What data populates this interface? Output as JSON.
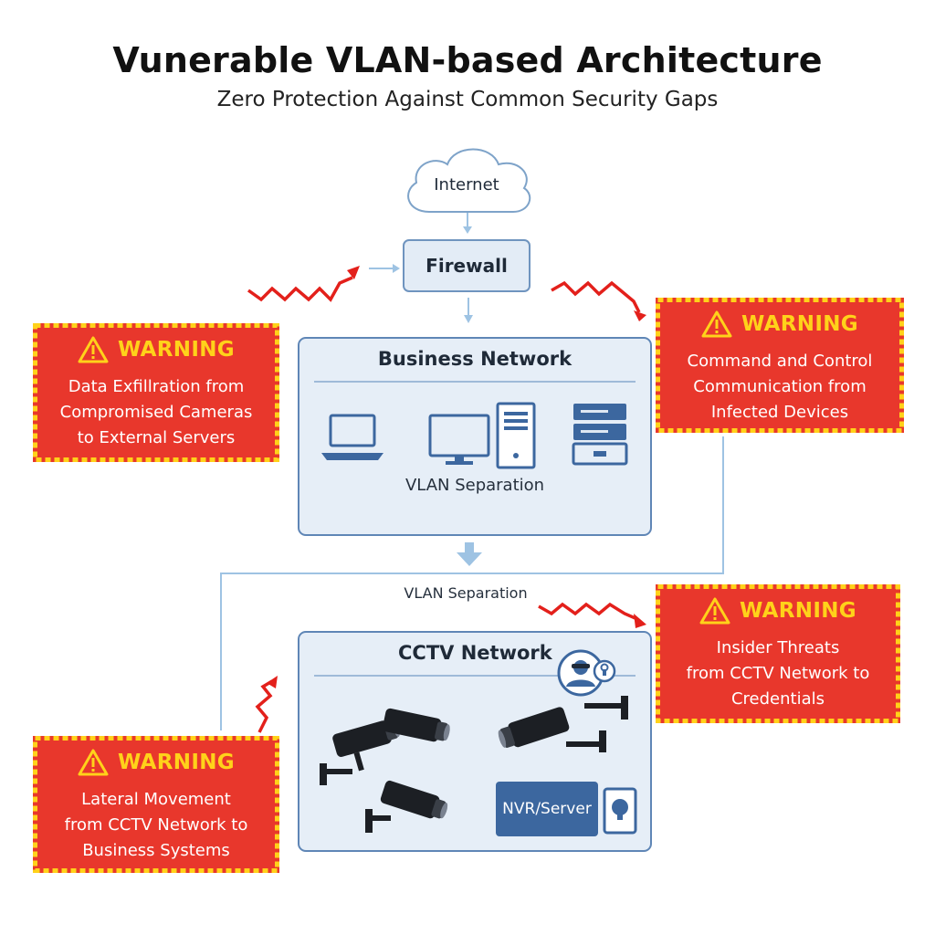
{
  "header": {
    "title": "Vunerable VLAN-based Architecture",
    "subtitle": "Zero Protection Against Common Security Gaps"
  },
  "internet": {
    "label": "Internet"
  },
  "firewall": {
    "label": "Firewall"
  },
  "business_network": {
    "title": "Business Network",
    "separation_label": "VLAN Separation"
  },
  "separation_between": "VLAN Separation",
  "cctv_network": {
    "title": "CCTV Network",
    "nvr_label": "NVR/Server"
  },
  "warnings": [
    {
      "heading": "WARNING",
      "lines": [
        "Data Exfillration from",
        "Compromised Cameras",
        "to External Servers"
      ]
    },
    {
      "heading": "WARNING",
      "lines": [
        "Command and Control",
        "Communication from",
        "Infected Devices"
      ]
    },
    {
      "heading": "WARNING",
      "lines": [
        "Insider Threats",
        "from CCTV Network to",
        "Credentials"
      ]
    },
    {
      "heading": "WARNING",
      "lines": [
        "Lateral Movement",
        "from CCTV Network to",
        "Business Systems"
      ]
    }
  ],
  "colors": {
    "warning_fill": "#e8372c",
    "warning_border": "#ffd21a",
    "network_fill": "#e6eef7",
    "network_border": "#5f86b6",
    "connector": "#9ec3e3",
    "attack_arrow": "#e3201b",
    "device_dark": "#3c679f"
  },
  "icons": [
    "cloud-icon",
    "laptop-icon",
    "desktop-icon",
    "server-tower-icon",
    "server-rack-icon",
    "cctv-camera-icon",
    "hacker-icon",
    "lock-icon",
    "warning-triangle-icon",
    "attack-zigzag-arrow-icon"
  ]
}
